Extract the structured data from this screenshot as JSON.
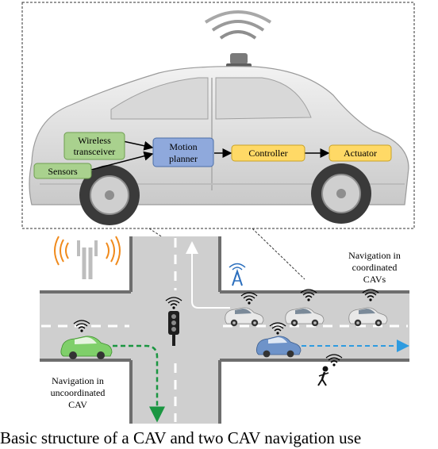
{
  "diagram": {
    "blocks": {
      "wireless_line1": "Wireless",
      "wireless_line2": "transceiver",
      "sensors": "Sensors",
      "motion_line1": "Motion",
      "motion_line2": "planner",
      "controller": "Controller",
      "actuator": "Actuator"
    },
    "labels": {
      "coordinated_line1": "Navigation in",
      "coordinated_line2": "coordinated",
      "coordinated_line3": "CAVs",
      "uncoordinated_line1": "Navigation in",
      "uncoordinated_line2": "uncoordinated",
      "uncoordinated_line3": "CAV"
    }
  },
  "caption": "Basic structure of a CAV and two CAV navigation use",
  "colors": {
    "green_block": "#a9d18e",
    "blue_block": "#8fa9dc",
    "yellow_block": "#ffd966",
    "road": "#cfcfcf",
    "green_path": "#1a9641",
    "blue_path": "#2e9be0",
    "antenna_orange": "#f08a1c"
  }
}
